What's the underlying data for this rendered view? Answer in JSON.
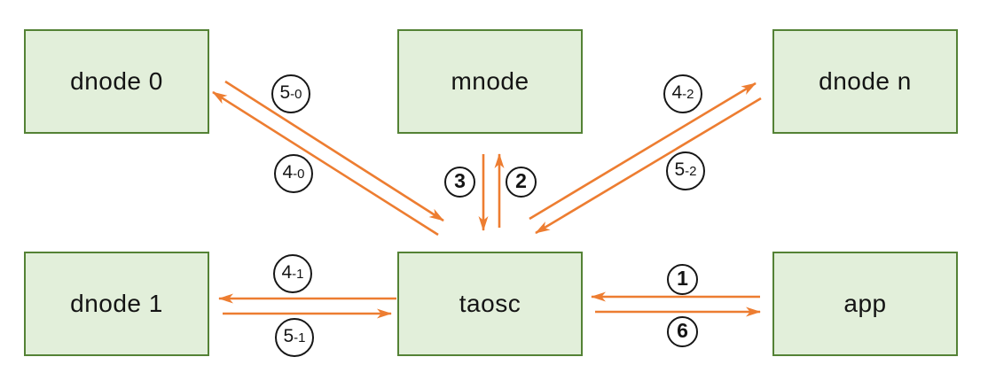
{
  "diagram": {
    "type": "architecture-flow",
    "nodes": [
      {
        "id": "dnode0",
        "label": "dnode 0"
      },
      {
        "id": "mnode",
        "label": "mnode"
      },
      {
        "id": "dnoden",
        "label": "dnode n"
      },
      {
        "id": "dnode1",
        "label": "dnode 1"
      },
      {
        "id": "taosc",
        "label": "taosc"
      },
      {
        "id": "app",
        "label": "app"
      }
    ],
    "edges": [
      {
        "from": "app",
        "to": "taosc",
        "label": "1"
      },
      {
        "from": "taosc",
        "to": "mnode",
        "label": "2"
      },
      {
        "from": "mnode",
        "to": "taosc",
        "label": "3"
      },
      {
        "from": "taosc",
        "to": "dnode 0",
        "label": "4-0"
      },
      {
        "from": "taosc",
        "to": "dnode 1",
        "label": "4-1"
      },
      {
        "from": "taosc",
        "to": "dnode n",
        "label": "4-2"
      },
      {
        "from": "dnode 0",
        "to": "taosc",
        "label": "5-0"
      },
      {
        "from": "dnode 1",
        "to": "taosc",
        "label": "5-1"
      },
      {
        "from": "dnode n",
        "to": "taosc",
        "label": "5-2"
      },
      {
        "from": "taosc",
        "to": "app",
        "label": "6"
      }
    ]
  },
  "colors": {
    "node_fill": "#E2EFDA",
    "node_border": "#548235",
    "arrow": "#ED7D31",
    "circle_border": "#161616",
    "text": "#141414"
  }
}
